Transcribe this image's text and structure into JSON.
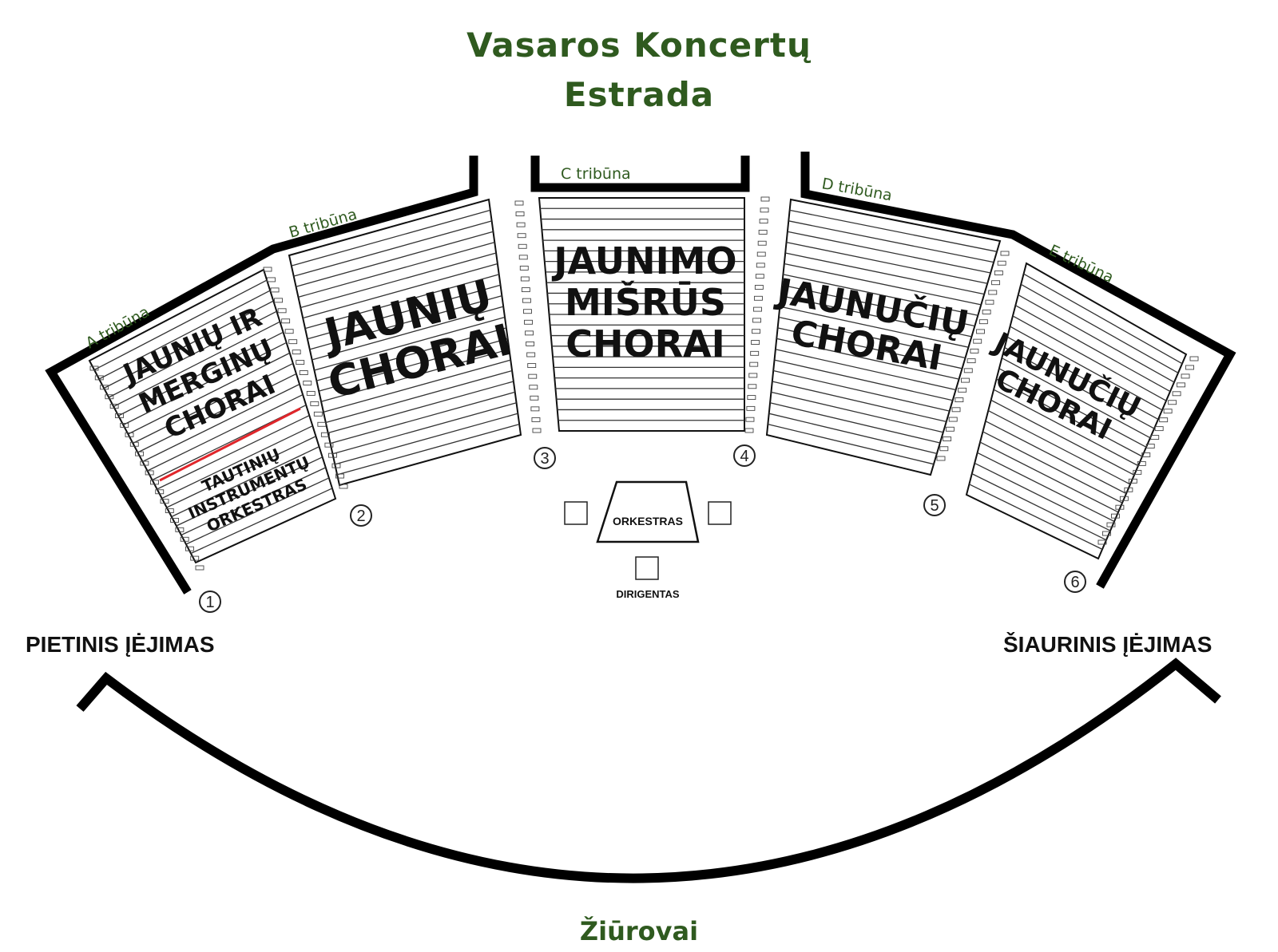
{
  "title": {
    "line1": "Vasaros Koncertų",
    "line2": "Estrada"
  },
  "tribunes": [
    {
      "label": "A tribūna",
      "choir_lines": [
        "JAUNIŲ IR",
        "MERGINŲ",
        "CHORAI"
      ],
      "sub_lines": [
        "TAUTINIŲ",
        "INSTRUMENTŲ",
        "ORKESTRAS"
      ]
    },
    {
      "label": "B tribūna",
      "choir_lines": [
        "JAUNIŲ",
        "CHORAI"
      ]
    },
    {
      "label": "C tribūna",
      "choir_lines": [
        "JAUNIMO",
        "MIŠRŪS",
        "CHORAI"
      ]
    },
    {
      "label": "D tribūna",
      "choir_lines": [
        "JAUNUČIŲ",
        "CHORAI"
      ]
    },
    {
      "label": "E tribūna",
      "choir_lines": [
        "JAUNUČIŲ",
        "CHORAI"
      ]
    }
  ],
  "gates": [
    "1",
    "2",
    "3",
    "4",
    "5",
    "6"
  ],
  "stage": {
    "orchestra": "ORKESTRAS",
    "conductor": "DIRIGENTAS"
  },
  "entrances": {
    "south": "PIETINIS ĮĖJIMAS",
    "north": "ŠIAURINIS ĮĖJIMAS"
  },
  "audience": "Žiūrovai",
  "colors": {
    "title": "#2f5a1f",
    "walls": "#000000",
    "divider": "#e0262b"
  }
}
